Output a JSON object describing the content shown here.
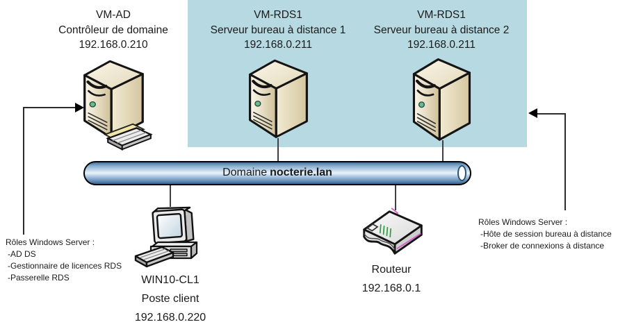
{
  "zone": {
    "color": "#b7d9e2"
  },
  "bus": {
    "prefix": "Domaine",
    "domain": "nocterie.lan"
  },
  "nodes": {
    "vm_ad": {
      "name": "VM-AD",
      "role": "Contrôleur de domaine",
      "ip": "192.168.0.210"
    },
    "rds1": {
      "name": "VM-RDS1",
      "role": "Serveur bureau à distance 1",
      "ip": "192.168.0.211"
    },
    "rds2": {
      "name": "VM-RDS1",
      "role": "Serveur bureau à distance 2",
      "ip": "192.168.0.211"
    },
    "client": {
      "name": "WIN10-CL1",
      "role": "Poste client",
      "ip": "192.168.0.220"
    },
    "router": {
      "name": "Routeur",
      "ip": "192.168.0.1"
    }
  },
  "annotations": {
    "left": {
      "title": "Rôles Windows Server :",
      "items": [
        "-AD DS",
        "-Gestionnaire de licences RDS",
        "-Passerelle RDS"
      ]
    },
    "right": {
      "title": "Rôles Windows Server :",
      "items": [
        "-Hôte de session bureau à distance",
        "-Broker de connexions à distance"
      ]
    }
  }
}
